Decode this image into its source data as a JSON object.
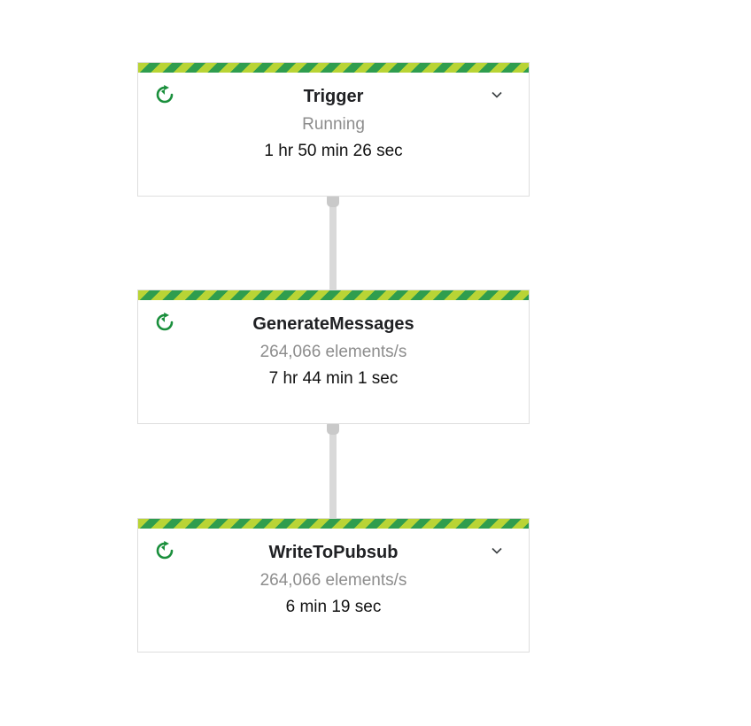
{
  "pipeline": {
    "nodes": [
      {
        "title": "Trigger",
        "subtitle": "Running",
        "time": "1 hr 50 min 26 sec",
        "status": "running",
        "status_icon": "running-progress-icon"
      },
      {
        "title": "GenerateMessages",
        "subtitle": "264,066 elements/s",
        "time": "7 hr 44 min 1 sec",
        "status": "running",
        "status_icon": "running-progress-icon"
      },
      {
        "title": "WriteToPubsub",
        "subtitle": "264,066 elements/s",
        "time": "6 min 19 sec",
        "status": "running",
        "status_icon": "running-progress-icon"
      }
    ]
  },
  "colors": {
    "stripe_lime": "#b9d435",
    "stripe_green": "#2f9d4e",
    "icon_green": "#1a8f3c",
    "subtitle_gray": "#8d8d8d",
    "edge_gray": "#d9d9d9"
  }
}
